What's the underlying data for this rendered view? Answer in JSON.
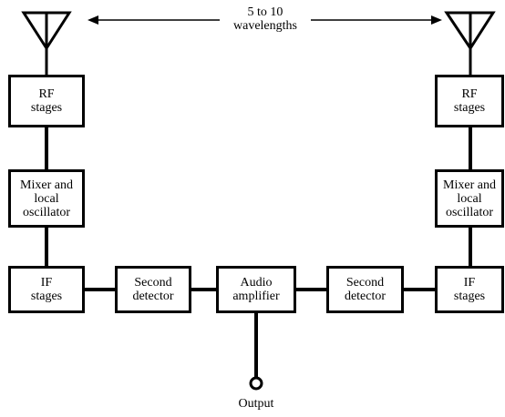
{
  "spacing_label": "5 to 10\nwavelengths",
  "left_chain": {
    "rf": "RF\nstages",
    "mixer": "Mixer and\nlocal\noscillator",
    "if": "IF\nstages",
    "detector": "Second\ndetector"
  },
  "center": {
    "audio": "Audio\namplifier",
    "output": "Output"
  },
  "right_chain": {
    "rf": "RF\nstages",
    "mixer": "Mixer and\nlocal\noscillator",
    "if": "IF\nstages",
    "detector": "Second\ndetector"
  }
}
